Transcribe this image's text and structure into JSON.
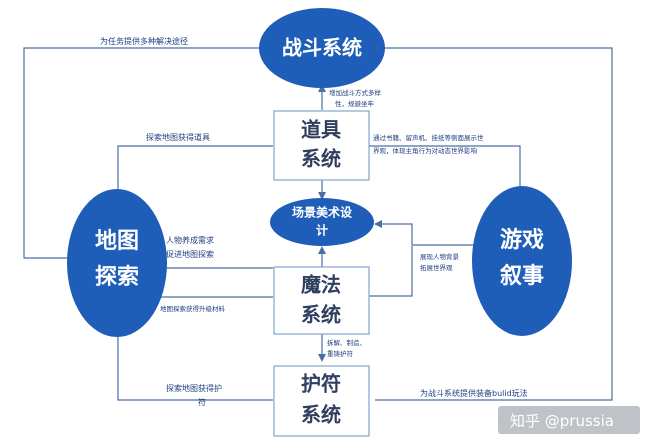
{
  "nodes": {
    "combat": "战斗系统",
    "map_line1": "地图",
    "map_line2": "探索",
    "narrative_line1": "游戏",
    "narrative_line2": "叙事",
    "scene_line1": "场景美术设",
    "scene_line2": "计",
    "props_line1": "道具",
    "props_line2": "系统",
    "magic_line1": "魔法",
    "magic_line2": "系统",
    "amulet_line1": "护符",
    "amulet_line2": "系统"
  },
  "labels": {
    "combat_options": "为任务提供多种解决途径",
    "props_to_combat_l1": "增加战斗方式多样",
    "props_to_combat_l2": "性，规避坐牢",
    "map_props": "探索地图获得道具",
    "props_narrative_l1": "通过书籍、留声机、挂纸等侧面展示世",
    "props_narrative_l2": "界观，体现主角行为对动态世界影响",
    "magic_need_l1": "人物养成需求",
    "magic_need_l2": "促进地图探索",
    "narrative_scene_l1": "展现人物背景",
    "narrative_scene_l2": "拓展世界观",
    "map_materials": "地图探索获得升级材料",
    "magic_amulet_l1": "拆解、制造、",
    "magic_amulet_l2": "重铸护符",
    "map_amulet_l1": "探索地图获得护",
    "map_amulet_l2": "符",
    "amulet_build": "为战斗系统提供装备bulid玩法"
  },
  "watermark": "知乎 @prussia",
  "colors": {
    "ellipse": "#1e5eb8",
    "line": "#4a6fa5",
    "box_border": "#7fa3d0",
    "box_text": "#2f3f5f"
  }
}
